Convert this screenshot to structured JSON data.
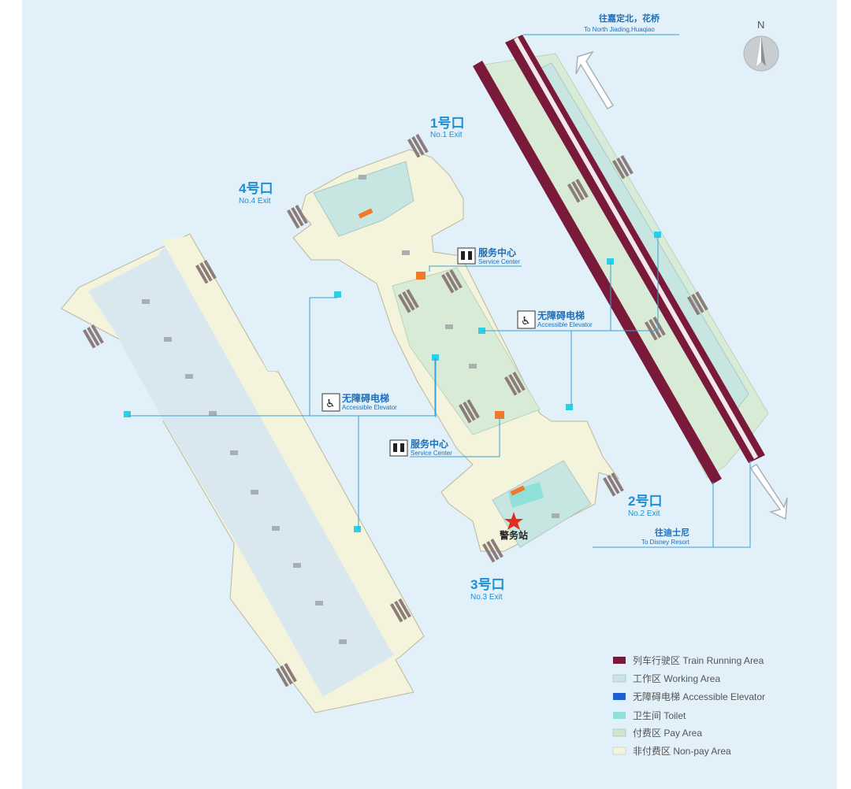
{
  "exits": {
    "exit1": {
      "cn": "1号口",
      "en": "No.1 Exit"
    },
    "exit2": {
      "cn": "2号口",
      "en": "No.2 Exit"
    },
    "exit3": {
      "cn": "3号口",
      "en": "No.3 Exit"
    },
    "exit4": {
      "cn": "4号口",
      "en": "No.4 Exit"
    }
  },
  "labels": {
    "service_center_top": {
      "cn": "服务中心",
      "en": "Service Center"
    },
    "service_center_bottom": {
      "cn": "服务中心",
      "en": "Service Center"
    },
    "accessible_elevator_right": {
      "cn": "无障碍电梯",
      "en": "Accessible Elevator"
    },
    "accessible_elevator_left": {
      "cn": "无障碍电梯",
      "en": "Accessible Elevator"
    },
    "police_station": "警务站"
  },
  "directions": {
    "north": {
      "cn": "往嘉定北，花桥",
      "en": "To North Jiading,Huaqiao"
    },
    "south": {
      "cn": "往迪士尼",
      "en": "To Disney Resort"
    }
  },
  "compass": "N",
  "legend": [
    {
      "label": "列车行驶区 Train Running Area",
      "color": "#7a1a3a"
    },
    {
      "label": "工作区 Working Area",
      "color": "#c7e6e2"
    },
    {
      "label": "无障碍电梯 Accessible Elevator",
      "color": "#1f5fd6"
    },
    {
      "label": "卫生间 Toilet",
      "color": "#8fe0d8"
    },
    {
      "label": "付费区 Pay Area",
      "color": "#cfe6c9"
    },
    {
      "label": "非付费区 Non-pay Area",
      "color": "#f4f3dc"
    }
  ]
}
